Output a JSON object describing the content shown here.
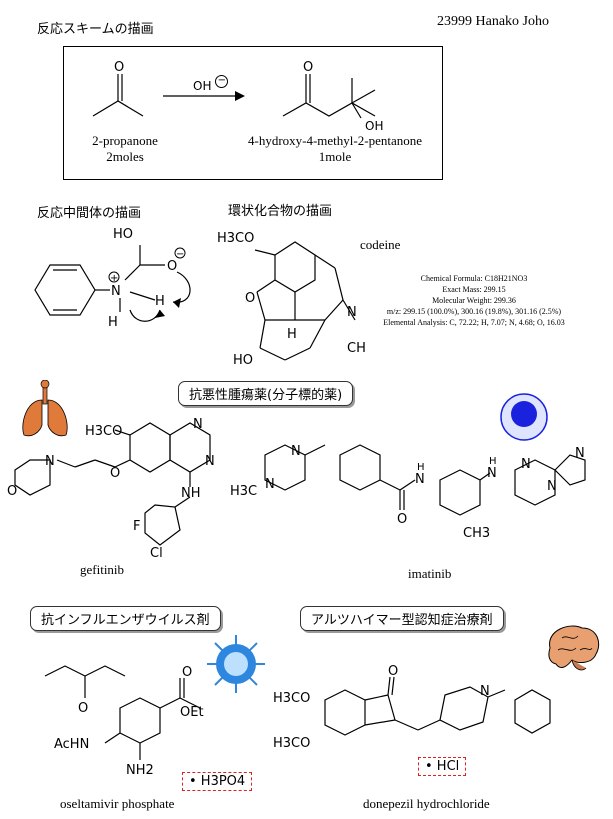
{
  "header": {
    "scheme_title": "反応スキームの描画",
    "student": "23999  Hanako Joho"
  },
  "reaction": {
    "reagent": "OH",
    "reagent_charge": "−",
    "reactant_name": "2-propanone",
    "reactant_amount": "2moles",
    "product_name": "4-hydroxy-4-methyl-2-pentanone",
    "product_amount": "1mole"
  },
  "intermediate": {
    "title": "反応中間体の描画",
    "atoms": {
      "ho": "HO",
      "o": "O",
      "n": "N",
      "h1": "H",
      "h2": "H",
      "plus": "+",
      "minus": "−"
    }
  },
  "cyclic": {
    "title": "環状化合物の描画",
    "name": "codeine",
    "atoms": {
      "h3co": "H3CO",
      "o": "O",
      "h": "H",
      "n": "N",
      "ch3": "CH3",
      "ho": "HO"
    },
    "props": {
      "formula": "Chemical Formula: C18H21NO3",
      "exact_mass": "Exact Mass: 299.15",
      "mol_weight": "Molecular Weight: 299.36",
      "mz": "m/z: 299.15 (100.0%), 300.16 (19.8%), 301.16 (2.5%)",
      "elemental": "Elemental Analysis: C, 72.22; H, 7.07; N, 4.68; O, 16.03"
    }
  },
  "anticancer": {
    "title": "抗悪性腫瘍薬(分子標的薬)",
    "gefitinib": {
      "name": "gefitinib",
      "h3co": "H3CO",
      "n1": "N",
      "n2": "N",
      "o": "O",
      "nh": "NH",
      "f": "F",
      "cl": "Cl",
      "mo": "O",
      "mn": "N"
    },
    "imatinib": {
      "name": "imatinib",
      "h3c": "H3C",
      "n1": "N",
      "n2": "N",
      "o": "O",
      "nh1": "N",
      "h1": "H",
      "nh2": "N",
      "h2": "H",
      "n3": "N",
      "n4": "N",
      "n5": "N",
      "ch3": "CH3"
    }
  },
  "antiviral": {
    "title": "抗インフルエンザウイルス剤",
    "name": "oseltamivir phosphate",
    "salt": "• H3PO4",
    "atoms": {
      "o": "O",
      "oet": "OEt",
      "o2": "O",
      "achn": "AcHN",
      "nh2": "NH2"
    }
  },
  "dementia": {
    "title": "アルツハイマー型認知症治療剤",
    "name": "donepezil hydrochloride",
    "salt": "• HCl",
    "atoms": {
      "h3co1": "H3CO",
      "h3co2": "H3CO",
      "o": "O",
      "n": "N"
    }
  },
  "colors": {
    "salt_border": "#dd2222",
    "virus": "#2e86de",
    "sphere": "#1a22dd",
    "lung": "#e07a3a",
    "brain": "#e8a070"
  }
}
